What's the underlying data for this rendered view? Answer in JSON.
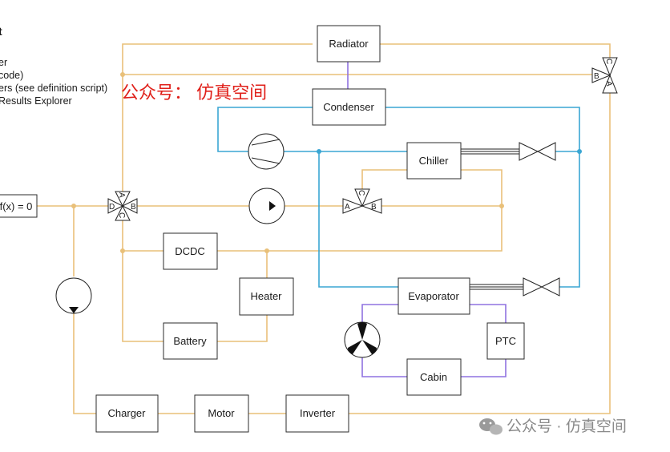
{
  "header": {
    "title_fragment": "t",
    "notes": [
      "er",
      "code)",
      "ers (see definition script)",
      "Results Explorer"
    ]
  },
  "watermark": {
    "overlay": "公众号：  仿真空间",
    "corner": "公众号 · 仿真空间"
  },
  "blocks": {
    "radiator": "Radiator",
    "condenser": "Condenser",
    "chiller": "Chiller",
    "dcdc": "DCDC",
    "heater": "Heater",
    "battery": "Battery",
    "evaporator": "Evaporator",
    "ptc": "PTC",
    "cabin": "Cabin",
    "charger": "Charger",
    "motor": "Motor",
    "inverter": "Inverter",
    "fx": "f(x) = 0"
  },
  "valves": {
    "left": {
      "a": "A",
      "b": "B",
      "c": "C",
      "d": "D"
    },
    "mid": {
      "a": "A",
      "b": "B",
      "c": "C"
    },
    "top_right": {
      "a": "A",
      "b": "B",
      "c": "C"
    }
  },
  "colors": {
    "coolant_loop": "#e9c079",
    "refrigerant_loop": "#3aa6d3",
    "cabin_air_loop": "#8f72e0",
    "watermark_red": "#e0201a",
    "watermark_gray": "#8a8a8a"
  },
  "icons": {
    "pump": "pump-icon",
    "compressor": "compressor-icon",
    "fan": "fan-icon",
    "expansion_valve": "expansion-valve-icon",
    "wechat": "wechat-icon"
  }
}
